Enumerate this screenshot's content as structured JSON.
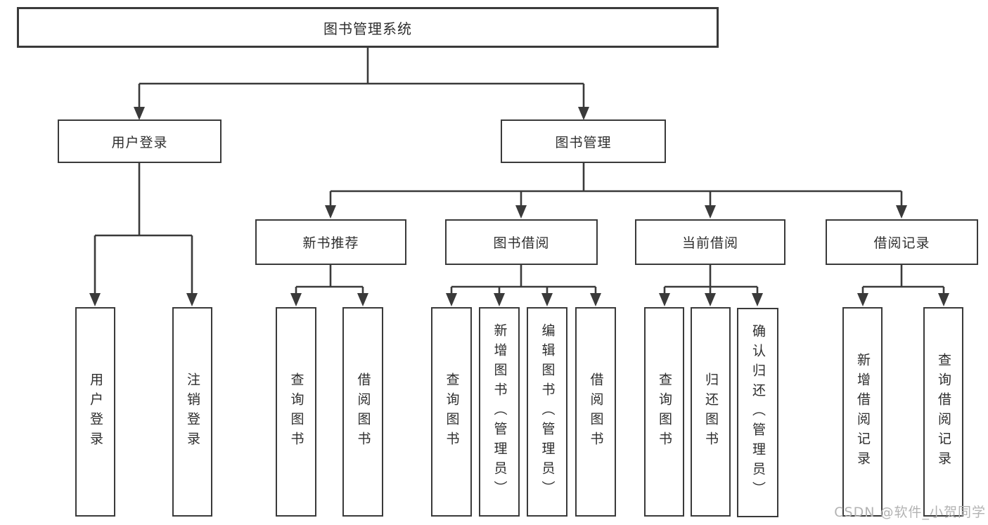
{
  "diagram": {
    "root": {
      "label": "图书管理系统"
    },
    "level2": [
      {
        "id": "user-login",
        "label": "用户登录"
      },
      {
        "id": "book-management",
        "label": "图书管理"
      }
    ],
    "level3": [
      {
        "id": "new-book-recommend",
        "parent": "book-management",
        "label": "新书推荐"
      },
      {
        "id": "book-borrow",
        "parent": "book-management",
        "label": "图书借阅"
      },
      {
        "id": "current-borrow",
        "parent": "book-management",
        "label": "当前借阅"
      },
      {
        "id": "borrow-records",
        "parent": "book-management",
        "label": "借阅记录"
      }
    ],
    "leaves": [
      {
        "parent": "user-login",
        "label": "用户登录"
      },
      {
        "parent": "user-login",
        "label": "注销登录"
      },
      {
        "parent": "new-book-recommend",
        "label": "查询图书"
      },
      {
        "parent": "new-book-recommend",
        "label": "借阅图书"
      },
      {
        "parent": "book-borrow",
        "label": "查询图书"
      },
      {
        "parent": "book-borrow",
        "label": "新增图书（管理员）"
      },
      {
        "parent": "book-borrow",
        "label": "编辑图书（管理员）"
      },
      {
        "parent": "book-borrow",
        "label": "借阅图书"
      },
      {
        "parent": "current-borrow",
        "label": "查询图书"
      },
      {
        "parent": "current-borrow",
        "label": "归还图书"
      },
      {
        "parent": "current-borrow",
        "label": "确认归还（管理员）"
      },
      {
        "parent": "borrow-records",
        "label": "新增借阅记录"
      },
      {
        "parent": "borrow-records",
        "label": "查询借阅记录"
      }
    ]
  },
  "watermark": {
    "text": "CSDN @软件_小贺同学"
  },
  "colors": {
    "line": "#3a3a3a",
    "text": "#2e2e2e",
    "watermark": "#b3b3b3",
    "background": "#ffffff"
  }
}
